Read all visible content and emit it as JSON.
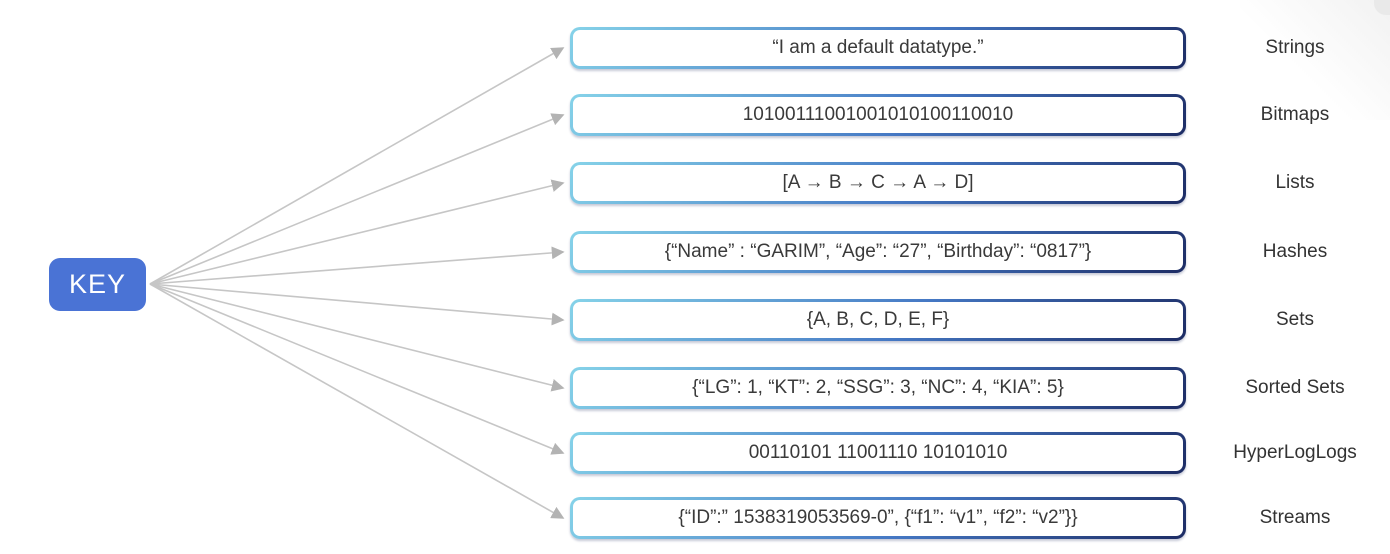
{
  "key": {
    "label": "KEY"
  },
  "rows": [
    {
      "value": "“I am a default datatype.”",
      "label": "Strings"
    },
    {
      "value": "10100111001001010100110010",
      "label": "Bitmaps"
    },
    {
      "value": "[A → B → C → A → D]",
      "label": "Lists"
    },
    {
      "value": "{“Name” : “GARIM”, “Age”: “27”, “Birthday”: “0817”}",
      "label": "Hashes"
    },
    {
      "value": "{A, B, C, D, E, F}",
      "label": "Sets"
    },
    {
      "value": "{“LG”: 1, “KT”: 2, “SSG”: 3, “NC”: 4, “KIA”: 5}",
      "label": "Sorted Sets"
    },
    {
      "value": "00110101 11001110 10101010",
      "label": "HyperLogLogs"
    },
    {
      "value": "{“ID”:” 1538319053569-0”, {“f1”: “v1”, “f2”: “v2”}}",
      "label": "Streams"
    }
  ],
  "colors": {
    "key_bg": "#4a73d5",
    "box_border_gradient_start": "#86d3e9",
    "box_border_gradient_mid": "#4578c4",
    "box_border_gradient_end": "#1d2c64",
    "arrow": "#c6c6c6",
    "text": "#3a3a3a"
  }
}
